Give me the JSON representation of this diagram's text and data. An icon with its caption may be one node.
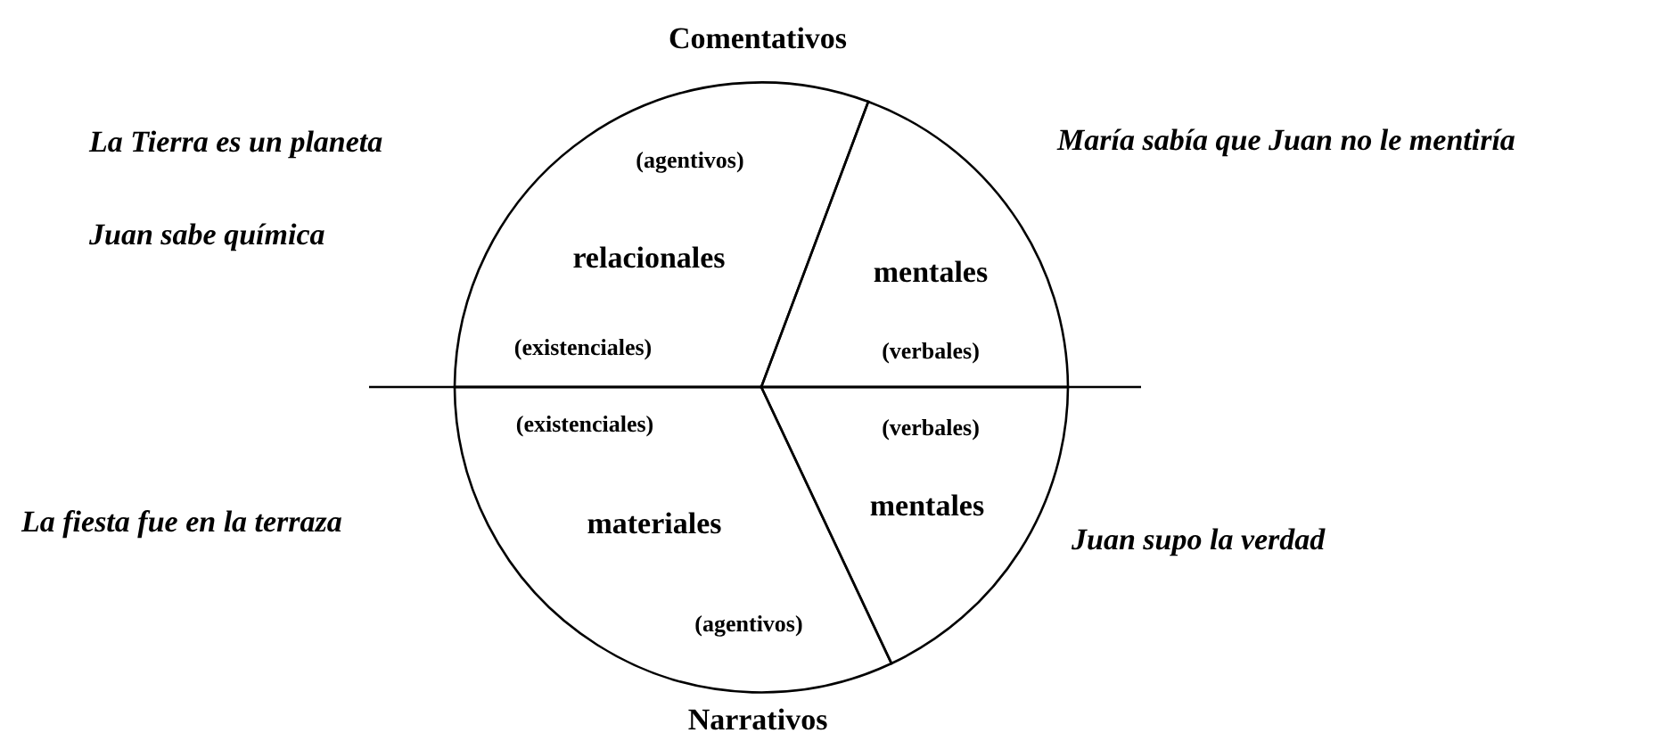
{
  "diagram": {
    "nodes": [
      {
        "text": [
          "(agentivos)",
          "relacionales",
          "(existenciales)"
        ]
      },
      {
        "text": [
          "mentales",
          "(verbales)"
        ]
      },
      {
        "text": [
          "(existenciales)",
          "materiales",
          "(agentivos)"
        ]
      },
      {
        "text": [
          "(verbales)",
          "mentales"
        ]
      }
    ],
    "labels": [
      "Comentativos",
      "La Tierra es un planeta",
      "María sabía que Juan no le mentiría",
      "Juan sabe química",
      "La fiesta fue en la terraza",
      "Juan supo la verdad",
      "Narrativos"
    ]
  }
}
